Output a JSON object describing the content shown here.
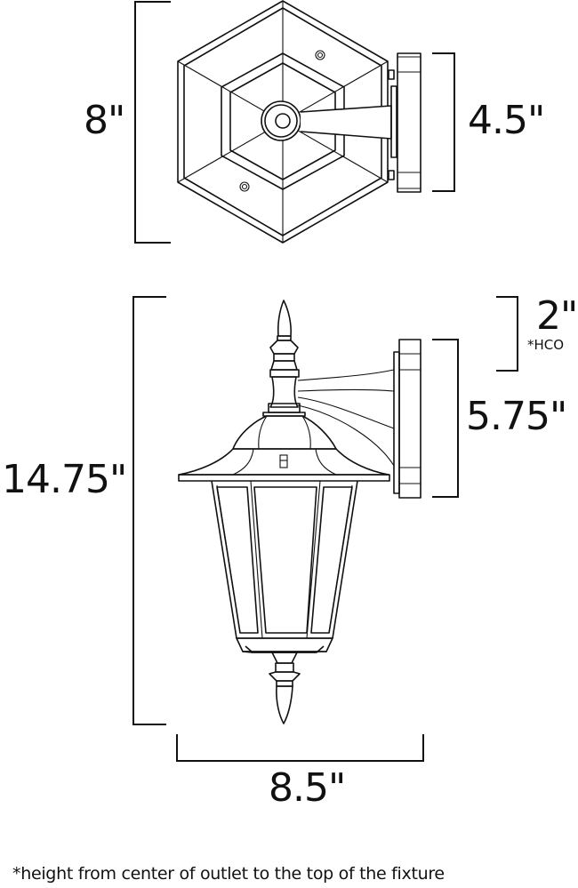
{
  "diagram": {
    "type": "product dimension drawing",
    "subject": "outdoor wall lantern (downlight)",
    "views": {
      "top_view": {
        "dimensions": {
          "depth": "8\"",
          "backplate_width": "4.5\""
        }
      },
      "side_view": {
        "dimensions": {
          "height": "14.75\"",
          "hco": "2\"",
          "hco_label": "*HCO",
          "backplate_height": "5.75\"",
          "width": "8.5\""
        }
      }
    },
    "footnote": "*height from center of outlet to the top of the fixture",
    "colors": {
      "line": "#111111",
      "background": "#ffffff"
    }
  }
}
